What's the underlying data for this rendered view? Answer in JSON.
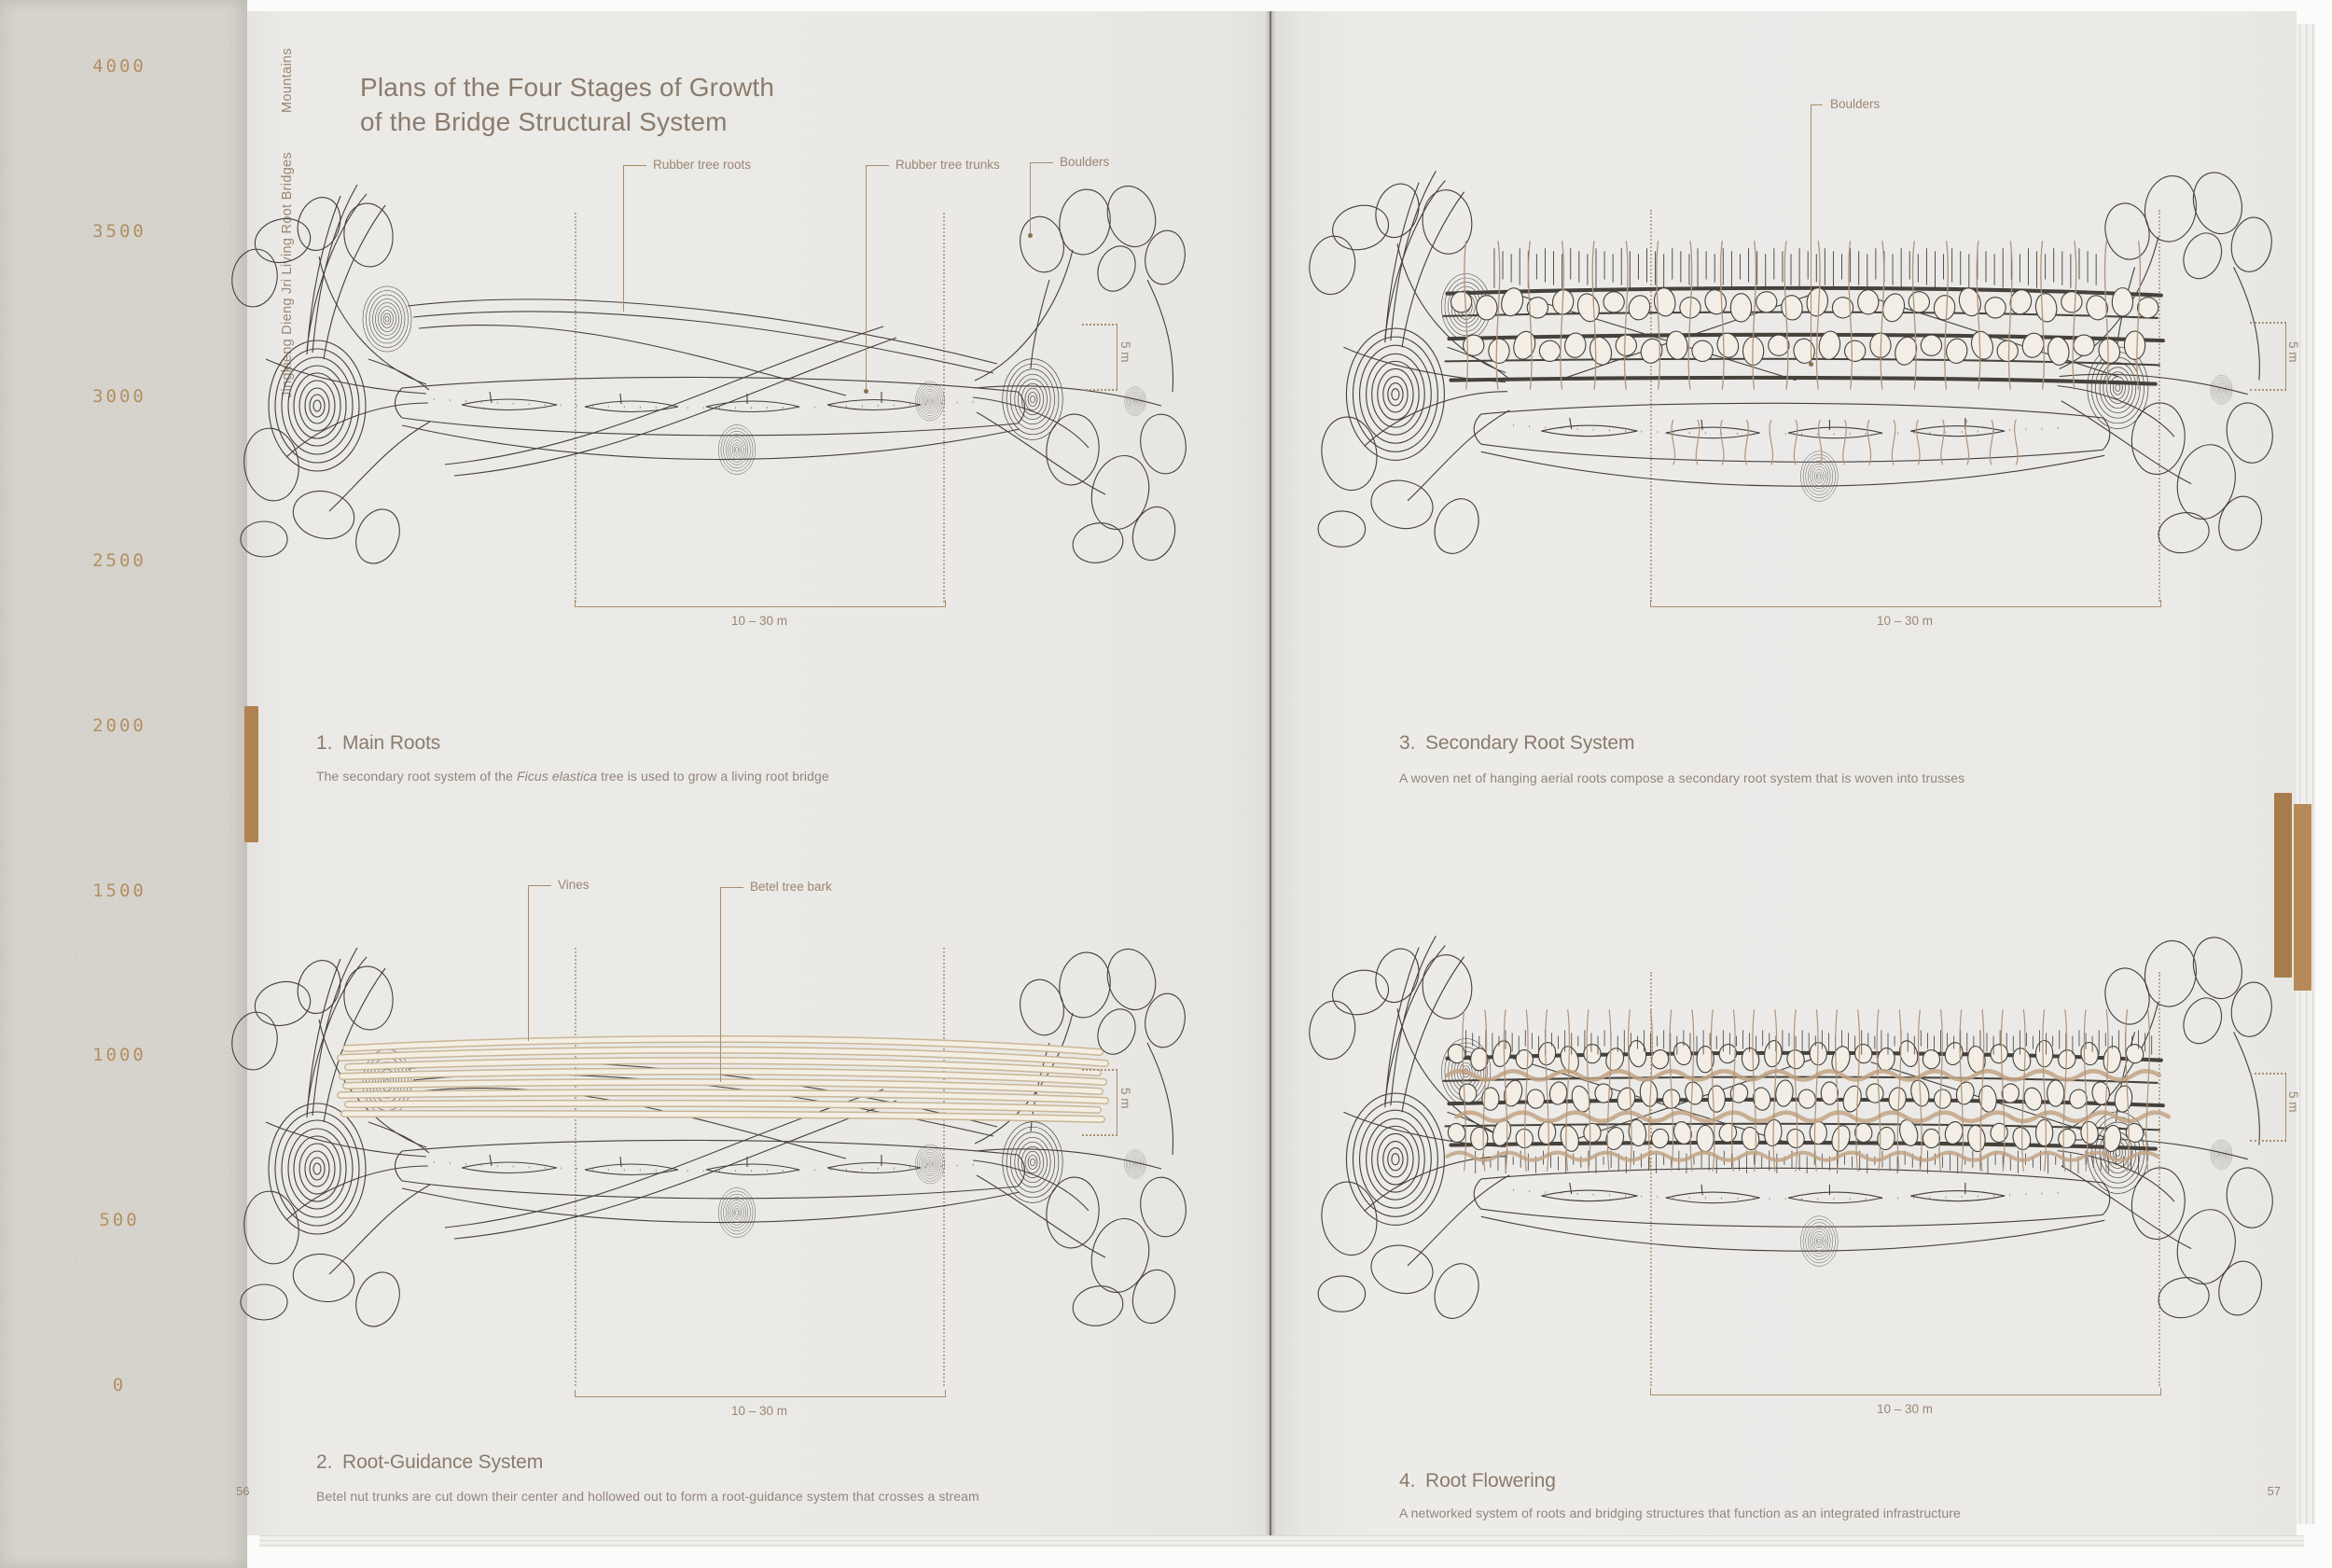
{
  "colors": {
    "accent_brown": "#a98c6c",
    "ink": "#45413b",
    "tab_brown": "#b08352",
    "spine_number_brown": "#b08a58",
    "paper": "#eae9e6"
  },
  "spine": {
    "scale": [
      "4000",
      "3500",
      "3000",
      "2500",
      "2000",
      "1500",
      "1000",
      "500",
      "0"
    ]
  },
  "left_page": {
    "page_number": "56",
    "sidebar": {
      "series": "Jingkieng Dieng Jri Living Root Bridges",
      "chapter": "Mountains"
    },
    "title": {
      "line1": "Plans of the Four Stages of Growth",
      "line2": "of the Bridge Structural System"
    },
    "diagram1": {
      "label_roots": "Rubber tree roots",
      "label_trunks": "Rubber tree trunks",
      "label_boulders": "Boulders",
      "dim_height": "5 m",
      "dim_span": "10 – 30 m"
    },
    "section1": {
      "number": "1.",
      "heading": "Main Roots",
      "caption_pre": "The secondary root system of the ",
      "caption_italic": "Ficus elastica",
      "caption_post": " tree is used to grow a living root bridge"
    },
    "diagram2": {
      "label_vines": "Vines",
      "label_bark": "Betel tree bark",
      "dim_height": "5 m",
      "dim_span": "10 – 30 m"
    },
    "section2": {
      "number": "2.",
      "heading": "Root-Guidance System",
      "caption": "Betel nut trunks are cut down their center and hollowed out to form a root-guidance system that crosses a stream"
    }
  },
  "right_page": {
    "page_number": "57",
    "diagram3": {
      "label_boulders": "Boulders",
      "dim_height": "5 m",
      "dim_span": "10 – 30 m"
    },
    "section3": {
      "number": "3.",
      "heading": "Secondary Root System",
      "caption": "A woven net of hanging aerial roots compose a secondary root system that is woven into trusses"
    },
    "diagram4": {
      "dim_height": "5 m",
      "dim_span": "10 – 30 m"
    },
    "section4": {
      "number": "4.",
      "heading": "Root Flowering",
      "caption": "A networked system of roots and bridging structures that function as an integrated infrastructure"
    }
  }
}
